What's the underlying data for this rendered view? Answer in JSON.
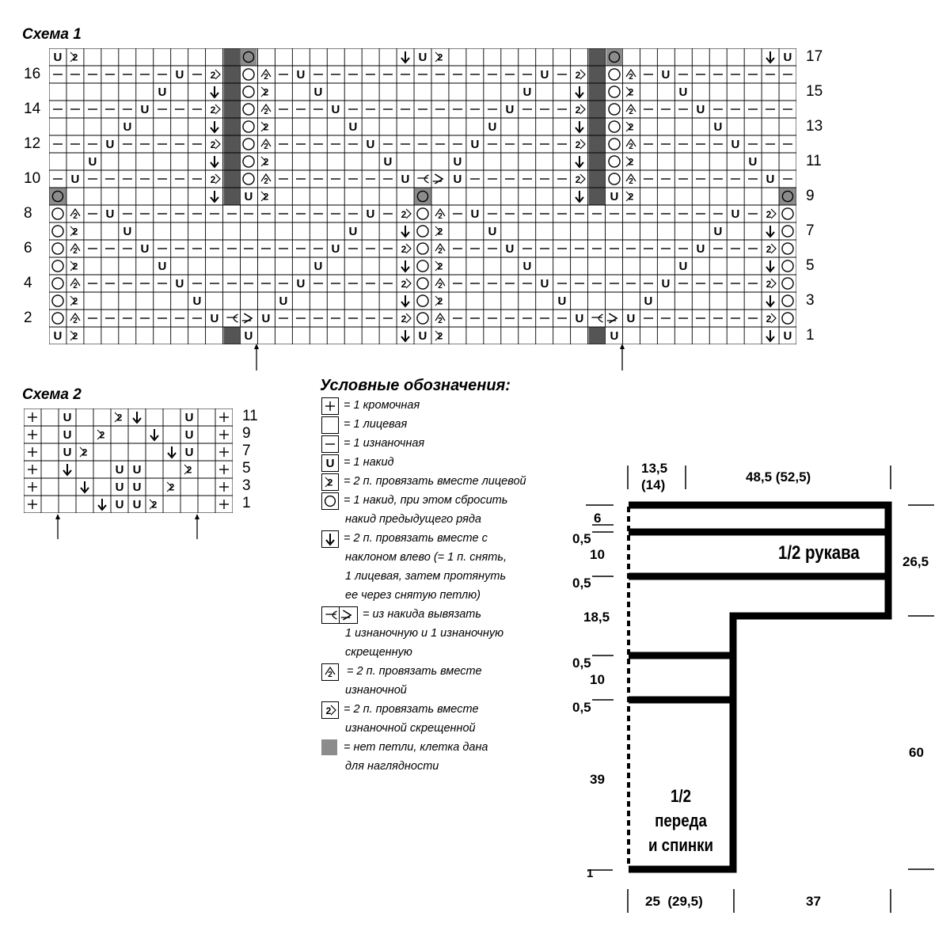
{
  "scheme1": {
    "title": "Схема 1",
    "left_rows": [
      "16",
      "14",
      "12",
      "10",
      "8",
      "6",
      "4",
      "2"
    ],
    "right_rows": [
      "17",
      "15",
      "13",
      "11",
      "9",
      "7",
      "5",
      "3",
      "1"
    ]
  },
  "scheme2": {
    "title": "Схема 2",
    "right_rows": [
      "11",
      "9",
      "7",
      "5",
      "3",
      "1"
    ]
  },
  "legend": {
    "heading": "Условные обозначения:",
    "items": [
      {
        "symbol": "plus-icon",
        "lines": [
          "= 1 кромочная"
        ]
      },
      {
        "symbol": "empty-square-icon",
        "lines": [
          "= 1 лицевая"
        ]
      },
      {
        "symbol": "dash-icon",
        "lines": [
          "= 1 изнаночная"
        ]
      },
      {
        "symbol": "yarn-over-icon",
        "lines": [
          "= 1 накид"
        ]
      },
      {
        "symbol": "k2tog-icon",
        "lines": [
          "= 2 п. провязать вместе лицевой"
        ]
      },
      {
        "symbol": "circle-icon",
        "lines": [
          "= 1 накид, при этом сбросить",
          "накид предыдущего ряда"
        ]
      },
      {
        "symbol": "arrow-down-icon",
        "lines": [
          "= 2 п. провязать вместе с",
          "наклоном влево (= 1 п. снять,",
          "1 лицевая, затем протянуть",
          "ее через снятую петлю)"
        ]
      },
      {
        "symbol": "double-cell-icon",
        "lines": [
          "= из накида вывязать",
          "1 изнаночную и 1 изнаночную",
          "скрещенную"
        ]
      },
      {
        "symbol": "p2tog-icon",
        "lines": [
          " = 2 п. провязать вместе",
          "изнаночной"
        ]
      },
      {
        "symbol": "p2tog-tbl-icon",
        "lines": [
          "= 2 п. провязать вместе",
          "изнаночной скрещенной"
        ]
      },
      {
        "symbol": "gray-square-icon",
        "lines": [
          "= нет петли, клетка дана",
          "для наглядности"
        ]
      }
    ]
  },
  "schematic": {
    "top_dims": [
      "13,5",
      "(14)",
      "48,5 (52,5)"
    ],
    "left_dims": [
      "6",
      "0,5",
      "10",
      "0,5",
      "18,5",
      "0,5",
      "10",
      "0,5",
      "39",
      "1"
    ],
    "right_dims": [
      "26,5",
      "60"
    ],
    "bottom_dims": [
      "25  (29,5)",
      "37"
    ],
    "sleeve_label": "1/2 рукава",
    "body_label": [
      "1/2",
      "переда",
      "и спинки"
    ]
  },
  "colors": {
    "gray": "#8c8c8c",
    "dark": "#555555"
  }
}
